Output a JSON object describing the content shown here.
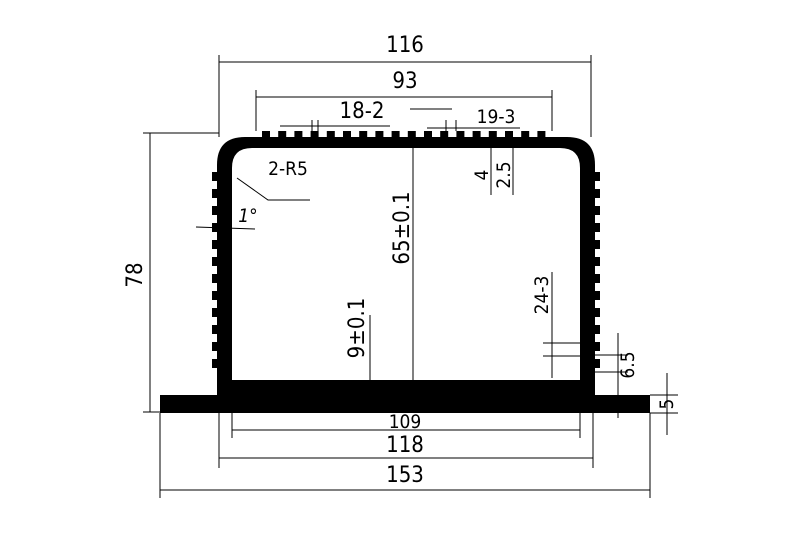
{
  "drawing": {
    "labels": {
      "overall_body_width": "116",
      "top_fin_span": "93",
      "top_fin_spec": "18-2",
      "top_fin_pitch": "19-3",
      "corner_radius": "2-R5",
      "draft_angle": "1°",
      "total_height": "78",
      "inner_height": "65±0.1",
      "floor_offset": "9±0.1",
      "fin_height": "4",
      "fin_depth": "2.5",
      "side_fin_spec": "24-3",
      "side_fin_gap": "6.5",
      "flange_thickness": "5",
      "inner_width": "109",
      "outer_width": "118",
      "flange_width": "153"
    },
    "colors": {
      "line": "#000000",
      "background": "#ffffff"
    }
  }
}
